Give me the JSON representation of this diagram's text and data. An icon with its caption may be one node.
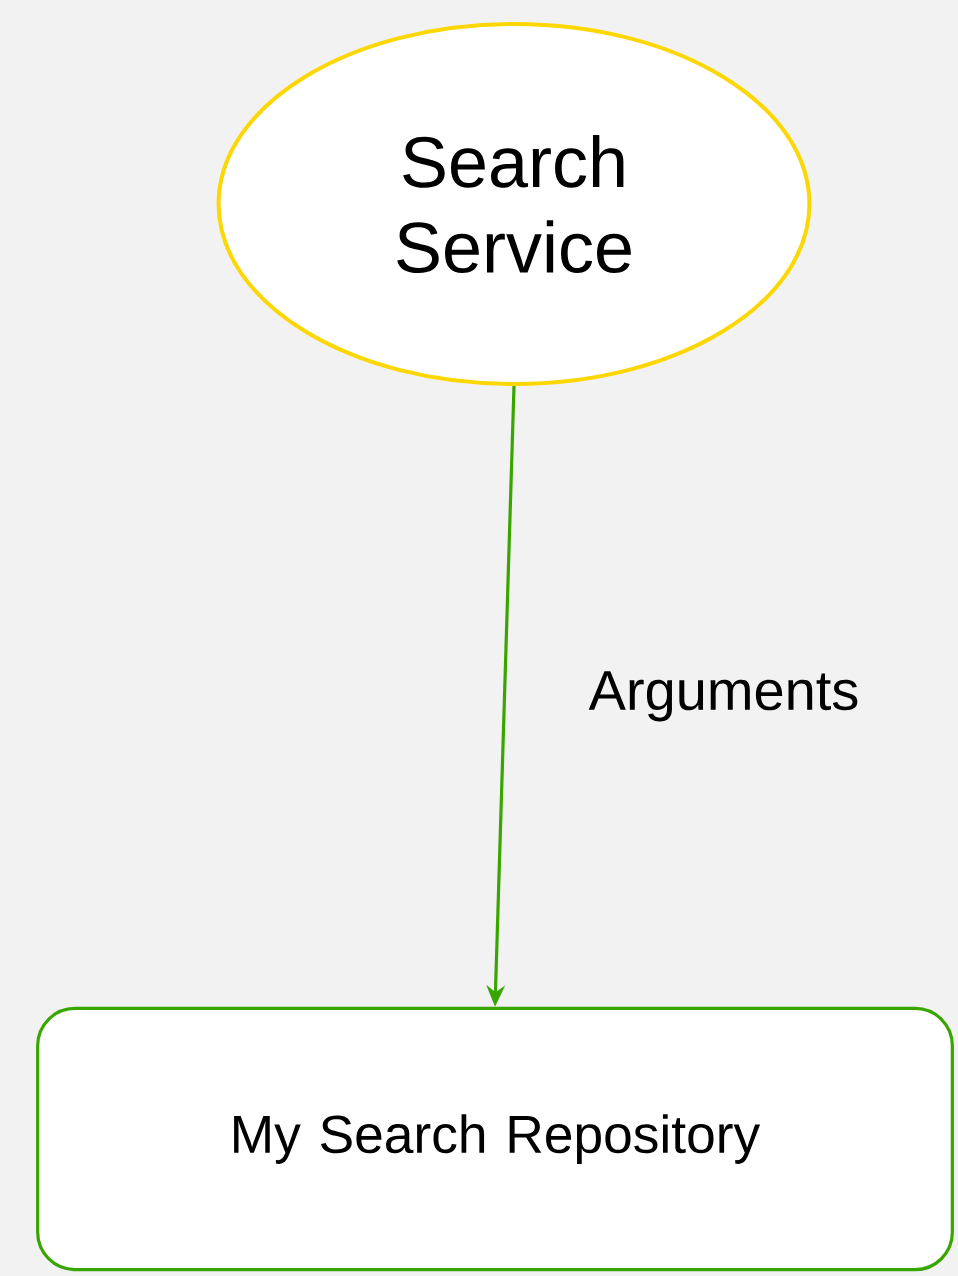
{
  "diagram": {
    "nodes": [
      {
        "text": [
          "Search Service"
        ]
      },
      {
        "text": [
          "My Search Repository"
        ]
      }
    ],
    "edges": [
      {
        "from": 0,
        "to": 1,
        "arrow": "to",
        "label": "Arguments"
      }
    ]
  }
}
